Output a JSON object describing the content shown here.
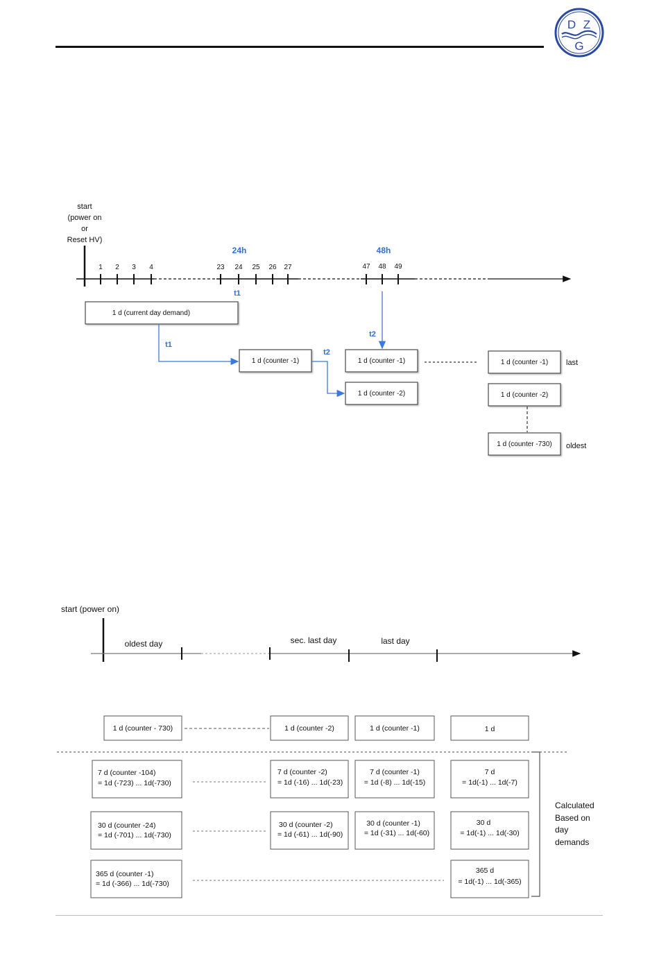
{
  "logo": {
    "letters": [
      "D",
      "Z",
      "G"
    ],
    "color": "#2a4aa0"
  },
  "diagram1": {
    "start_label": [
      "start",
      "(power on",
      "or",
      "Reset HV)"
    ],
    "marker_24h": "24h",
    "marker_48h": "48h",
    "ticks_a": [
      "1",
      "2",
      "3",
      "4"
    ],
    "ticks_b": [
      "23",
      "24",
      "25",
      "26",
      "27"
    ],
    "ticks_c": [
      "47",
      "48",
      "49"
    ],
    "t1": "t1",
    "t2": "t2",
    "box_current": "1 d  (current day demand)",
    "box_counter1": "1 d  (counter -1)",
    "box_counter2": "1 d  (counter -2)",
    "box_counter730": "1 d  (counter -730)",
    "label_last": "last",
    "label_oldest": "oldest",
    "arrow_color": "#3b78e0"
  },
  "diagram2": {
    "start_label": "start (power on)",
    "seg_oldest": "oldest day",
    "seg_sec_last": "sec. last day",
    "seg_last": "last day",
    "row_1d": {
      "oldest": "1 d  (counter - 730)",
      "sec": "1 d  (counter -2)",
      "last": "1 d  (counter -1)",
      "calc": "1 d"
    },
    "row_7d": {
      "oldest": [
        "7 d  (counter -104)",
        "= 1d (-723) ... 1d(-730)"
      ],
      "sec": [
        "7 d  (counter -2)",
        "= 1d (-16) ... 1d(-23)"
      ],
      "last": [
        "7 d  (counter -1)",
        "= 1d (-8) ... 1d(-15)"
      ],
      "calc": [
        "7 d",
        "= 1d(-1) ... 1d(-7)"
      ]
    },
    "row_30d": {
      "oldest": [
        "30 d  (counter -24)",
        "= 1d (-701) ... 1d(-730)"
      ],
      "sec": [
        "30 d  (counter -2)",
        "= 1d (-61) ... 1d(-90)"
      ],
      "last": [
        "30 d  (counter -1)",
        "= 1d (-31) ... 1d(-60)"
      ],
      "calc": [
        "30 d",
        "= 1d(-1) ... 1d(-30)"
      ]
    },
    "row_365d": {
      "oldest": [
        "365 d  (counter -1)",
        "= 1d (-366) ... 1d(-730)"
      ],
      "calc": [
        "365 d",
        "= 1d(-1) ... 1d(-365)"
      ]
    },
    "side_note": [
      "Calculated",
      "Based on",
      "day",
      "demands"
    ]
  }
}
